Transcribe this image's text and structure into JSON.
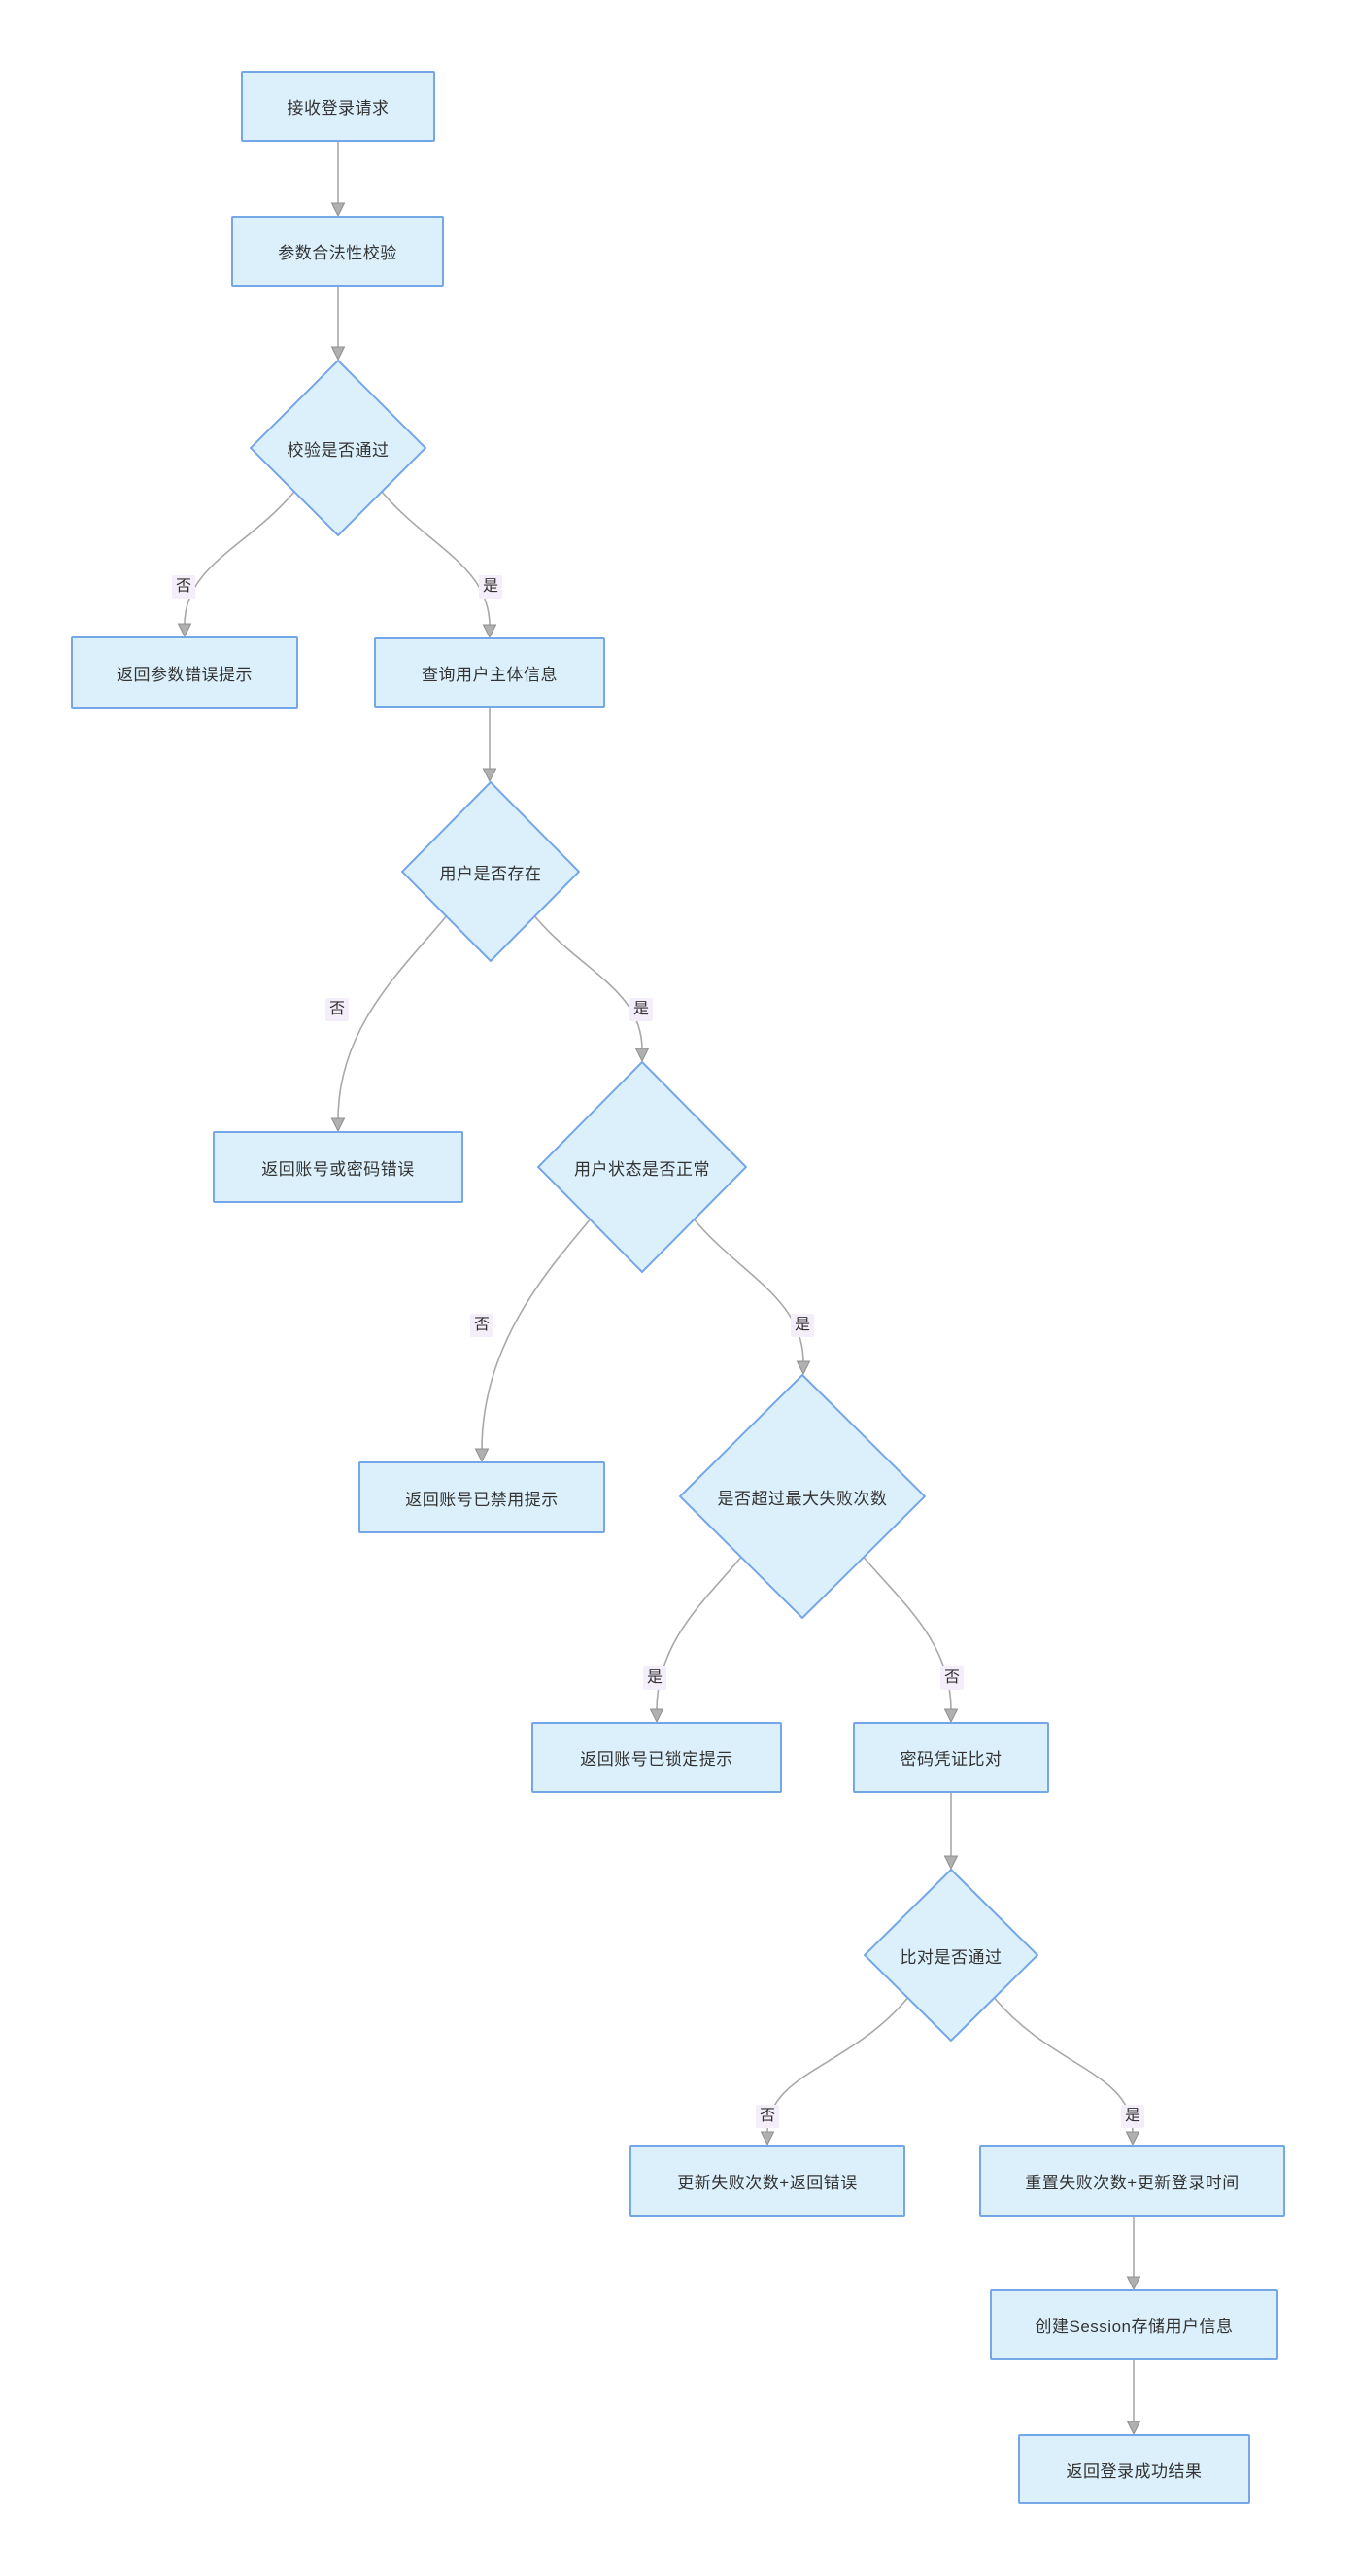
{
  "diagram": {
    "type": "flowchart",
    "colors": {
      "background": "#ffffff",
      "node_fill": "#dcf0fc",
      "node_border": "#74a6e8",
      "edge": "#a8a8a8",
      "arrowhead": "#b0b0b0",
      "label_bg": "#f4eefa",
      "text": "#333333"
    },
    "nodes": [
      {
        "id": "start",
        "type": "process",
        "label": "接收登录请求"
      },
      {
        "id": "validate",
        "type": "process",
        "label": "参数合法性校验"
      },
      {
        "id": "d1",
        "type": "decision",
        "label": "校验是否通过"
      },
      {
        "id": "err_param",
        "type": "process",
        "label": "返回参数错误提示"
      },
      {
        "id": "query_user",
        "type": "process",
        "label": "查询用户主体信息"
      },
      {
        "id": "d2",
        "type": "decision",
        "label": "用户是否存在"
      },
      {
        "id": "err_cred",
        "type": "process",
        "label": "返回账号或密码错误"
      },
      {
        "id": "d3",
        "type": "decision",
        "label": "用户状态是否正常"
      },
      {
        "id": "err_disabled",
        "type": "process",
        "label": "返回账号已禁用提示"
      },
      {
        "id": "d4",
        "type": "decision",
        "label": "是否超过最大失败次数"
      },
      {
        "id": "err_locked",
        "type": "process",
        "label": "返回账号已锁定提示"
      },
      {
        "id": "pwd_check",
        "type": "process",
        "label": "密码凭证比对"
      },
      {
        "id": "d5",
        "type": "decision",
        "label": "比对是否通过"
      },
      {
        "id": "upd_fail",
        "type": "process",
        "label": "更新失败次数+返回错误"
      },
      {
        "id": "reset_fail",
        "type": "process",
        "label": "重置失败次数+更新登录时间"
      },
      {
        "id": "create_session",
        "type": "process",
        "label": "创建Session存储用户信息"
      },
      {
        "id": "success",
        "type": "process",
        "label": "返回登录成功结果"
      }
    ],
    "edges": [
      {
        "from": "start",
        "to": "validate",
        "label": ""
      },
      {
        "from": "validate",
        "to": "d1",
        "label": ""
      },
      {
        "from": "d1",
        "to": "err_param",
        "label": "否"
      },
      {
        "from": "d1",
        "to": "query_user",
        "label": "是"
      },
      {
        "from": "query_user",
        "to": "d2",
        "label": ""
      },
      {
        "from": "d2",
        "to": "err_cred",
        "label": "否"
      },
      {
        "from": "d2",
        "to": "d3",
        "label": "是"
      },
      {
        "from": "d3",
        "to": "err_disabled",
        "label": "否"
      },
      {
        "from": "d3",
        "to": "d4",
        "label": "是"
      },
      {
        "from": "d4",
        "to": "err_locked",
        "label": "是"
      },
      {
        "from": "d4",
        "to": "pwd_check",
        "label": "否"
      },
      {
        "from": "pwd_check",
        "to": "d5",
        "label": ""
      },
      {
        "from": "d5",
        "to": "upd_fail",
        "label": "否"
      },
      {
        "from": "d5",
        "to": "reset_fail",
        "label": "是"
      },
      {
        "from": "reset_fail",
        "to": "create_session",
        "label": ""
      },
      {
        "from": "create_session",
        "to": "success",
        "label": ""
      }
    ]
  }
}
